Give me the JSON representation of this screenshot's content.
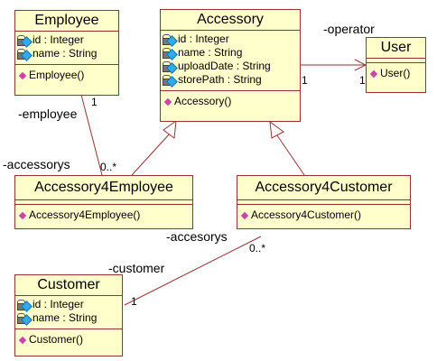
{
  "classes": {
    "employee": {
      "name": "Employee",
      "attributes": [
        "id : Integer",
        "name : String"
      ],
      "operations": [
        "Employee()"
      ]
    },
    "accessory": {
      "name": "Accessory",
      "attributes": [
        "id : Integer",
        "name : String",
        "uploadDate : String",
        "storePath : String"
      ],
      "operations": [
        "Accessory()"
      ]
    },
    "user": {
      "name": "User",
      "attributes": [],
      "operations": [
        "User()"
      ]
    },
    "accessory4employee": {
      "name": "Accessory4Employee",
      "attributes": [],
      "operations": [
        "Accessory4Employee()"
      ]
    },
    "accessory4customer": {
      "name": "Accessory4Customer",
      "attributes": [],
      "operations": [
        "Accessory4Customer()"
      ]
    },
    "customer": {
      "name": "Customer",
      "attributes": [
        "id : Integer",
        "name : String"
      ],
      "operations": [
        "Customer()"
      ]
    }
  },
  "associations": {
    "accessory_user": {
      "role": "-operator",
      "mult_source": "1",
      "mult_target": "1"
    },
    "employee_a4e": {
      "role_source": "-employee",
      "role_target": "-accessorys",
      "mult_source": "1",
      "mult_target": "0..*"
    },
    "a4c_customer": {
      "role_source": "-accesorys",
      "role_target": "-customer",
      "mult_source": "0..*",
      "mult_target": "1"
    }
  },
  "colors": {
    "class_fill": "#ffffcc",
    "class_border": "#993333",
    "line": "#993333"
  }
}
